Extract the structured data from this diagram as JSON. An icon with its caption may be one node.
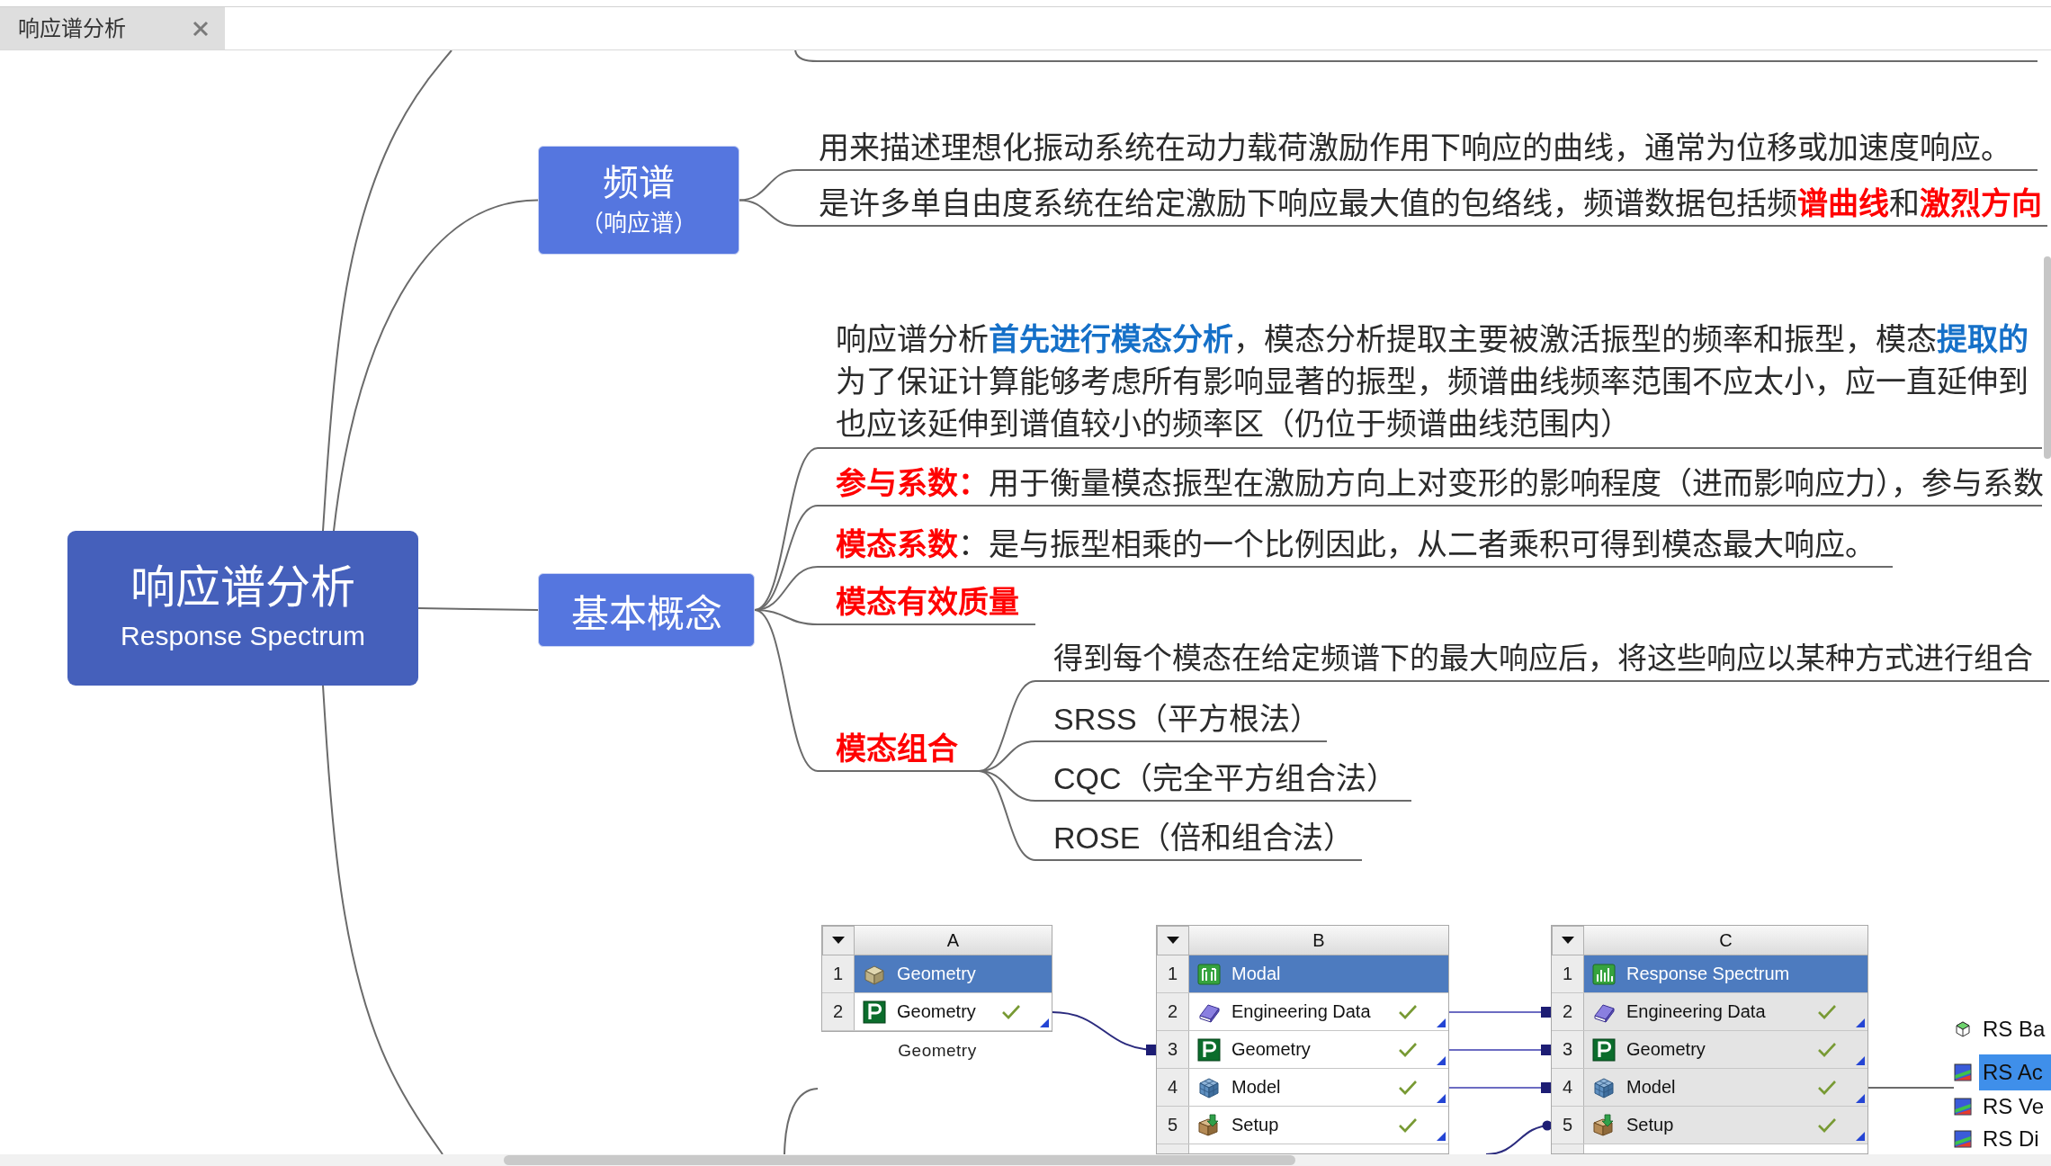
{
  "diagram": {
    "nodes": [
      {
        "text": [
          "响应谱分析",
          "Response Spectrum"
        ]
      },
      {
        "text": [
          "频谱",
          "（响应谱）"
        ]
      },
      {
        "text": [
          "用来描述理想化振动系统在动力载荷激励作用下响应的曲线，通常为位移或加速度响应。"
        ]
      },
      {
        "text": [
          "是许多单自由度系统在给定激励下响应最大值的包络线，频谱数据包括频**谱曲线**和**激烈方向**"
        ]
      },
      {
        "text": [
          "基本概念"
        ]
      },
      {
        "text": [
          "响应谱分析**首先进行模态分析**，模态分析提取主要被激活振型的频率和振型，模态**提取的**为了保证计算能够考虑所有影响显著的振型，频谱曲线频率范围不应太小，应一直延伸到也应该延伸到谱值较小的频率区（仍位于频谱曲线范围内）"
        ]
      },
      {
        "text": [
          "**参与系数：**用于衡量模态振型在激励方向上对变形的影响程度（进而影响应力），参与系数"
        ]
      },
      {
        "text": [
          "**模态系数**：是与振型相乘的一个比例因此，从二者乘积可得到模态最大响应。"
        ]
      },
      {
        "text": [
          "模态有效质量"
        ]
      },
      {
        "text": [
          "模态组合"
        ]
      },
      {
        "text": [
          "得到每个模态在给定频谱下的最大响应后，将这些响应以某种方式进行组合"
        ]
      },
      {
        "text": [
          "SRSS（平方根法）"
        ]
      },
      {
        "text": [
          "CQC（完全平方组合法）"
        ]
      },
      {
        "text": [
          "ROSE（倍和组合法）"
        ]
      },
      {
        "text": [
          "A"
        ],
        "beside": [
          "Geometry"
        ]
      },
      {
        "text": [
          "1",
          "Geometry"
        ],
        "in": 14
      },
      {
        "text": [
          "2",
          "Geometry"
        ],
        "in": 14
      },
      {
        "text": [
          "B"
        ]
      },
      {
        "text": [
          "1",
          "Modal"
        ],
        "in": 17
      },
      {
        "text": [
          "2",
          "Engineering Data"
        ],
        "in": 17
      },
      {
        "text": [
          "3",
          "Geometry"
        ],
        "in": 17
      },
      {
        "text": [
          "4",
          "Model"
        ],
        "in": 17
      },
      {
        "text": [
          "5",
          "Setup"
        ],
        "in": 17
      },
      {
        "text": [
          "C"
        ]
      },
      {
        "text": [
          "1",
          "Response Spectrum"
        ],
        "in": 23
      },
      {
        "text": [
          "2",
          "Engineering Data"
        ],
        "in": 23
      },
      {
        "text": [
          "3",
          "Geometry"
        ],
        "in": 23
      },
      {
        "text": [
          "4",
          "Model"
        ],
        "in": 23
      },
      {
        "text": [
          "5",
          "Setup"
        ],
        "in": 23
      },
      {
        "text": [
          "RS Ba"
        ]
      },
      {
        "text": [
          "RS Ac"
        ]
      },
      {
        "text": [
          "RS Ve"
        ]
      },
      {
        "text": [
          "RS Di"
        ]
      }
    ],
    "edges": [
      {
        "from": 0,
        "to": 1,
        "arrow": "none"
      },
      {
        "from": 0,
        "to": 4,
        "arrow": "none"
      },
      {
        "from": 0,
        "to": null,
        "arrow": "none"
      },
      {
        "from": 0,
        "to": null,
        "arrow": "none"
      },
      {
        "from": 1,
        "to": 2,
        "arrow": "none"
      },
      {
        "from": 1,
        "to": 3,
        "arrow": "none"
      },
      {
        "from": 4,
        "to": 5,
        "arrow": "none"
      },
      {
        "from": 4,
        "to": 6,
        "arrow": "none"
      },
      {
        "from": 4,
        "to": 7,
        "arrow": "none"
      },
      {
        "from": 4,
        "to": 8,
        "arrow": "none"
      },
      {
        "from": 4,
        "to": 9,
        "arrow": "none"
      },
      {
        "from": 9,
        "to": 10,
        "arrow": "none"
      },
      {
        "from": 9,
        "to": 11,
        "arrow": "none"
      },
      {
        "from": 9,
        "to": 12,
        "arrow": "none"
      },
      {
        "from": 9,
        "to": 13,
        "arrow": "none"
      },
      {
        "from": 16,
        "to": 20,
        "arrow": "other",
        "color": "#2b2b7e"
      },
      {
        "from": 19,
        "to": 25,
        "arrow": "other",
        "color": "#6c6cc2"
      },
      {
        "from": 20,
        "to": 26,
        "arrow": "other",
        "color": "#6c6cc2"
      },
      {
        "from": 21,
        "to": 27,
        "arrow": "other",
        "color": "#6c6cc2"
      },
      {
        "from": null,
        "to": 28,
        "arrow": "other",
        "color": "#2b2b7e"
      },
      {
        "from": 27,
        "to": 30,
        "arrow": "none"
      }
    ],
    "labels": [
      "响应谱分析"
    ]
  }
}
